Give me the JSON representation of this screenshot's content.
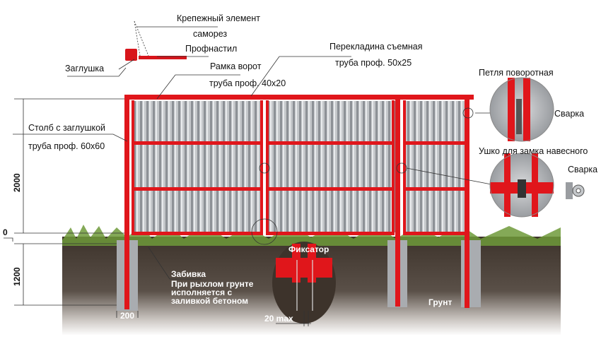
{
  "labels": {
    "fastener": "Крепежный элемент",
    "screw": "саморез",
    "profiled_sheet": "Профнастил",
    "cap": "Заглушка",
    "crossbar": "Перекладина съемная",
    "crossbar_pipe": "труба проф. 50x25",
    "gate_frame": "Рамка ворот",
    "gate_frame_pipe": "труба проф. 40x20",
    "post": "Столб с заглушкой",
    "post_pipe": "труба проф. 60x60",
    "hinge": "Петля поворотная",
    "weld_1": "Сварка",
    "lock_eye": "Ушко для замка навесного",
    "weld_2": "Сварка",
    "fixator": "Фиксатор",
    "driving": "Забивка",
    "driving_note_1": "При рыхлом грунте",
    "driving_note_2": "исполняется с",
    "driving_note_3": "заливкой бетоном",
    "soil": "Грунт"
  },
  "dimensions": {
    "height_above": "2000",
    "zero": "0",
    "depth": "1200",
    "footing_width": "200",
    "gap": "20 max"
  },
  "colors": {
    "frame": "#e0161b",
    "sheet": "#b9bcc0",
    "soil": "#4a3f36",
    "grass": "#6f9a3a"
  }
}
